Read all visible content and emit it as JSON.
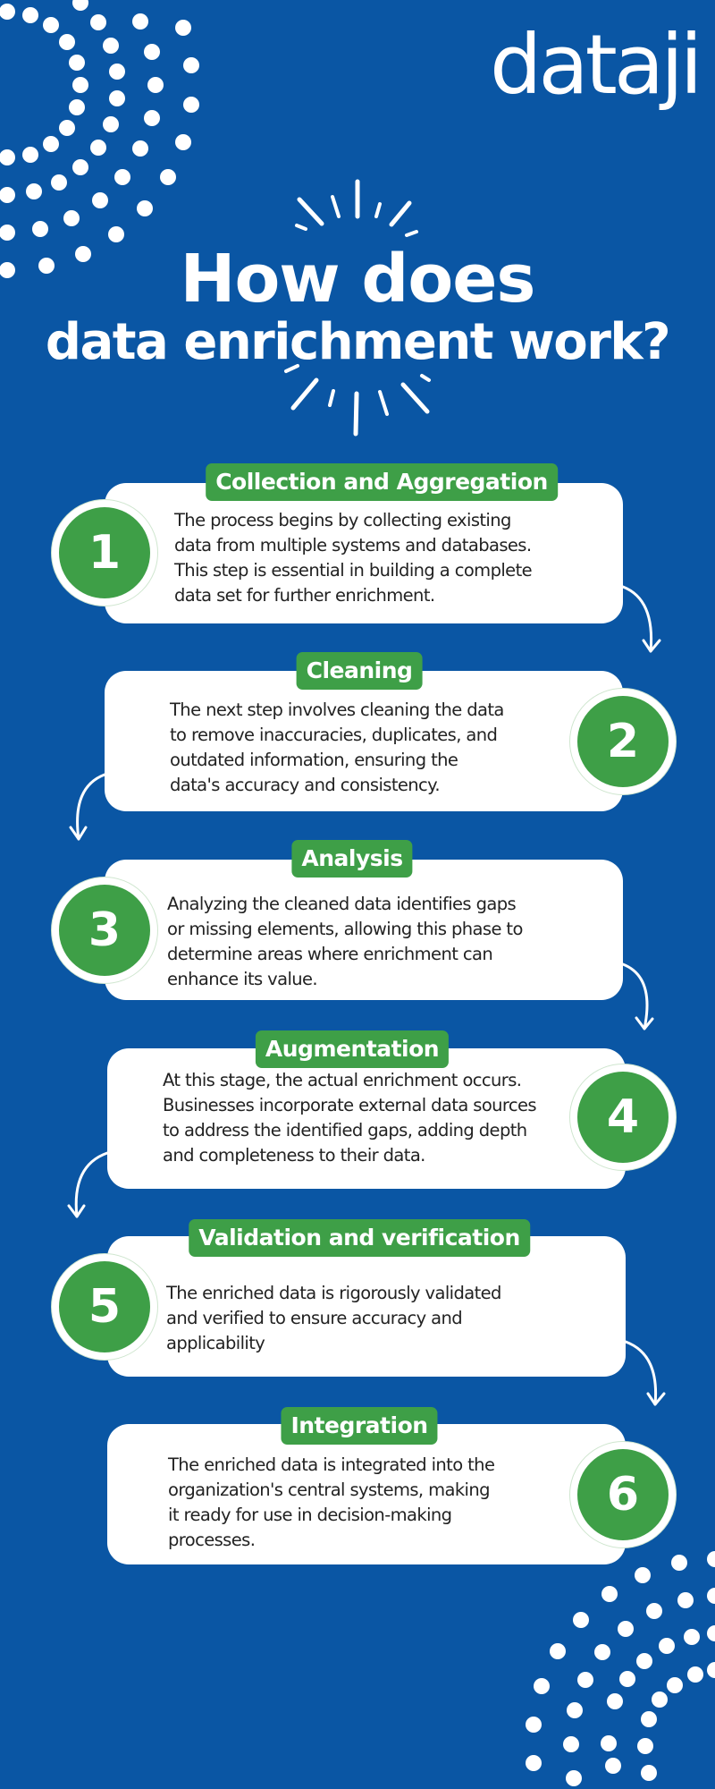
{
  "brand": {
    "logo_text": "dataji",
    "background_color": "#0a56a4",
    "accent_green": "#3e9f47",
    "text_color": "#ffffff"
  },
  "header": {
    "title_line1": "How does",
    "title_line2": "data enrichment work?"
  },
  "steps": [
    {
      "number": "1",
      "label": "Collection and Aggregation",
      "text": "The process begins by collecting existing\ndata from multiple systems and databases.\nThis step is essential in building a complete\ndata set for further enrichment."
    },
    {
      "number": "2",
      "label": "Cleaning",
      "text": "The next step involves cleaning the data\nto remove inaccuracies, duplicates, and\noutdated information, ensuring the\ndata's accuracy and consistency."
    },
    {
      "number": "3",
      "label": "Analysis",
      "text": "Analyzing the cleaned data identifies gaps\nor missing elements, allowing this phase to\ndetermine areas where enrichment can\nenhance its value."
    },
    {
      "number": "4",
      "label": "Augmentation",
      "text": "At this stage, the actual enrichment occurs.\nBusinesses incorporate external data sources\nto address the identified gaps, adding depth\nand completeness to their data."
    },
    {
      "number": "5",
      "label": "Validation and verification",
      "text": "The enriched data is rigorously validated\nand verified to ensure accuracy and\napplicability"
    },
    {
      "number": "6",
      "label": "Integration",
      "text": "The enriched data is integrated into the\norganization's central systems, making\nit ready for use in decision-making\nprocesses."
    }
  ]
}
